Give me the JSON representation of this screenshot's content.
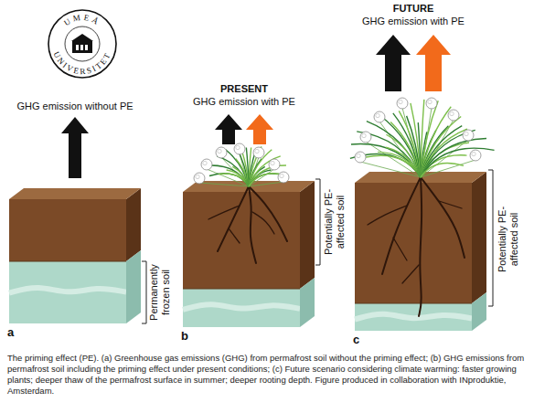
{
  "diagram": {
    "caption": "The priming effect (PE). (a) Greenhouse gas emissions (GHG) from permafrost soil without the priming effect; (b) GHG emissions from permafrost soil including the priming effect under present conditions; (c) Future scenario considering climate warming: faster growing plants; deeper thaw of the permafrost surface in summer; deeper rooting depth. Figure produced in collaboration with INproduktie, Amsterdam.",
    "labels": [
      "UMEÅ",
      "UNIVERSITET",
      "GHG emission without PE",
      "Permanently frozen soil",
      "a",
      "PRESENT",
      "GHG emission with PE",
      "Potentially PE-affected soil",
      "b",
      "FUTURE",
      "GHG emission with PE",
      "Potentially PE-affected soil",
      "c"
    ]
  }
}
